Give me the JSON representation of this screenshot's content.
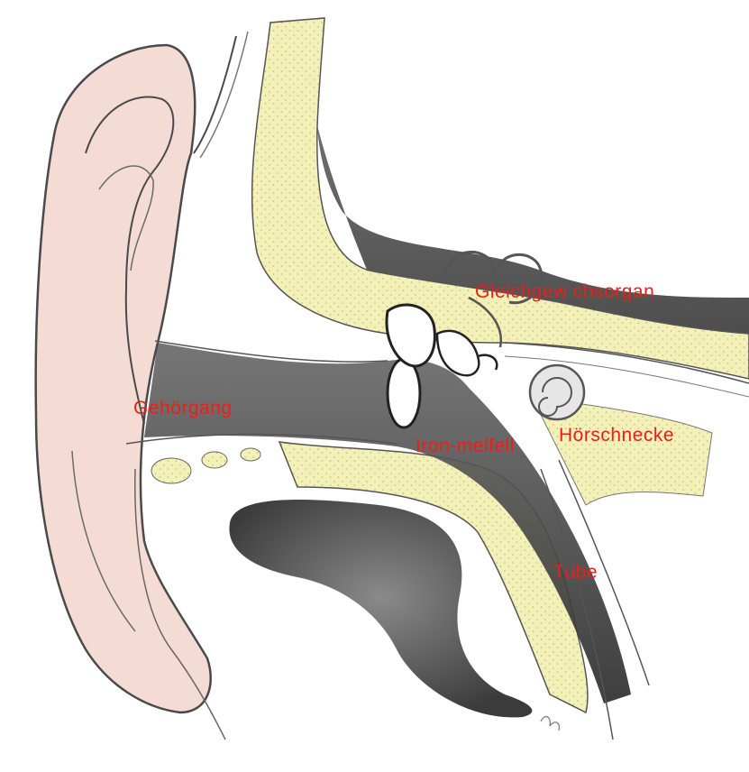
{
  "labels": {
    "gehoergang": "Gehörgang",
    "gleichgewichtsorgan": "Gleichgew chsorgan",
    "trommelfell": "Iron-melfell",
    "hoerschnecke": "Hörschnecke",
    "tube": "Tube"
  },
  "colors": {
    "label_text": "#e8201c",
    "bone": "#f3f0b8",
    "bone_dots": "#c9c48a",
    "dark_tissue": "#3a3a3a",
    "skin": "#f4dcd4",
    "line": "#4a4a4a"
  }
}
